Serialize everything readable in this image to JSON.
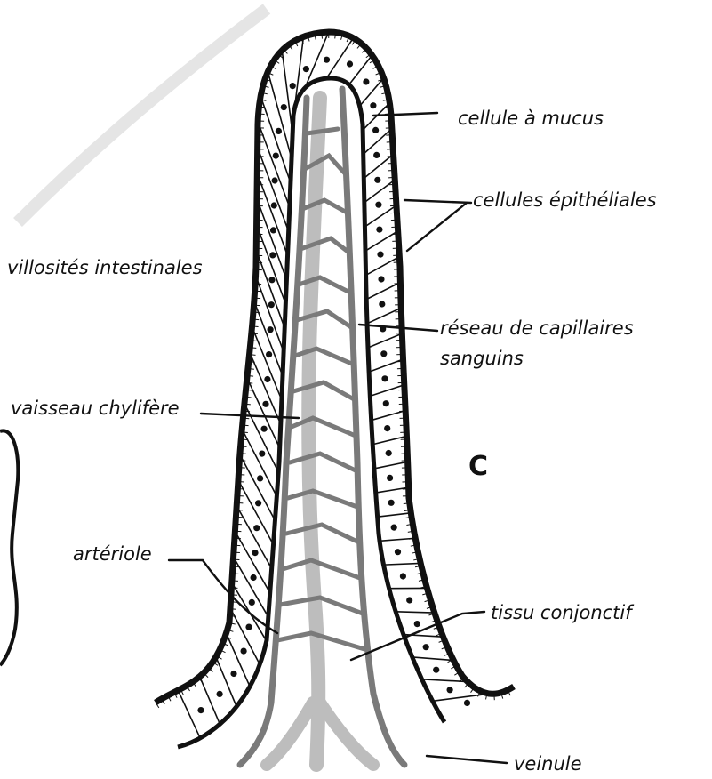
{
  "figure": {
    "panel_letter": "C",
    "labels": {
      "mucus_cell": "cellule à mucus",
      "epithelial_cells": "cellules épithéliales",
      "villi": "villosités intestinales",
      "capillary_network_line1": "réseau de capillaires",
      "capillary_network_line2": "sanguins",
      "lacteal": "vaisseau chylifère",
      "arteriole": "artériole",
      "connective_tissue": "tissu conjonctif",
      "venule": "veinule"
    },
    "colors": {
      "ink": "#111111",
      "lacteal_fill": "#bdbdbd",
      "capillary_stroke": "#7a7a7a",
      "background": "#ffffff"
    }
  }
}
